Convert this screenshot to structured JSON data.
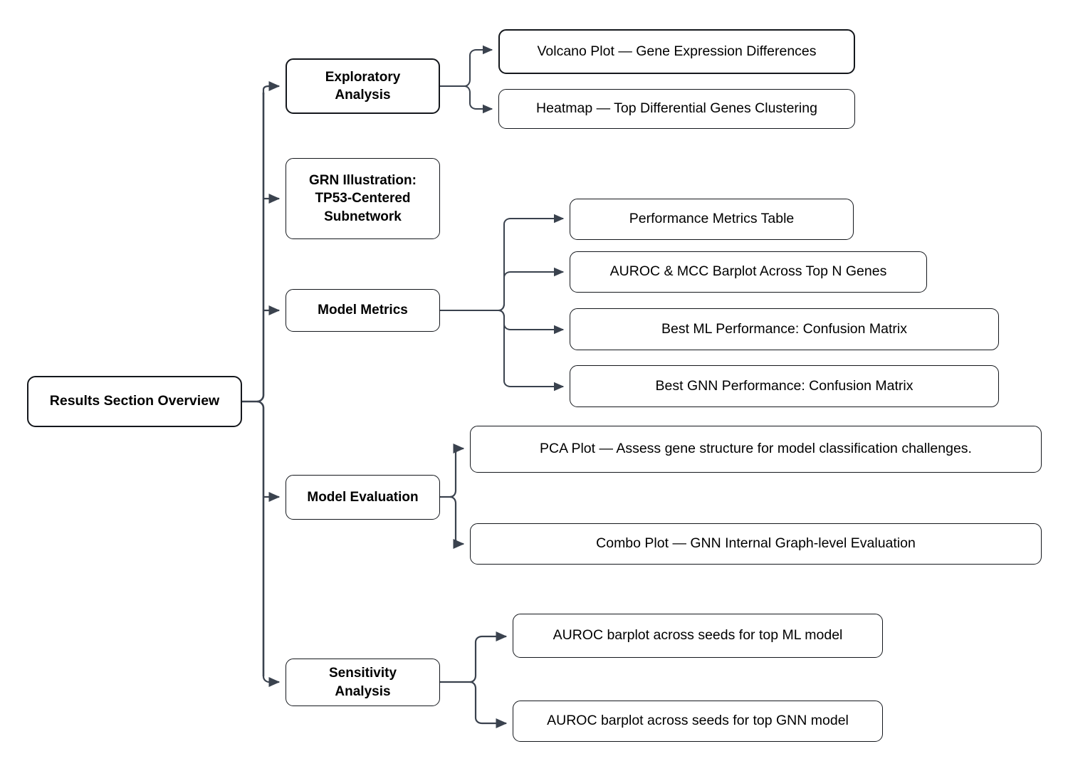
{
  "diagram": {
    "title": "Results Section Overview",
    "type": "tree-flowchart",
    "colors": {
      "node_border": "#14171c",
      "node_fill": "#ffffff",
      "edge": "#3a424e",
      "text": "#000000",
      "background": "#ffffff"
    },
    "root": {
      "label": "Results Section Overview"
    },
    "branches": [
      {
        "id": "exploratory-analysis",
        "label": "Exploratory\nAnalysis",
        "children": [
          {
            "id": "volcano-plot",
            "label": "Volcano Plot — Gene Expression Differences"
          },
          {
            "id": "heatmap",
            "label": "Heatmap — Top Differential Genes Clustering"
          }
        ]
      },
      {
        "id": "grn-illustration",
        "label": "GRN Illustration:\nTP53-Centered\nSubnetwork",
        "children": []
      },
      {
        "id": "model-metrics",
        "label": "Model Metrics",
        "children": [
          {
            "id": "performance-metrics-table",
            "label": "Performance Metrics Table"
          },
          {
            "id": "auroc-mcc-barplot",
            "label": "AUROC & MCC Barplot Across Top N Genes"
          },
          {
            "id": "best-ml-confusion-matrix",
            "label": "Best ML Performance: Confusion Matrix"
          },
          {
            "id": "best-gnn-confusion-matrix",
            "label": "Best GNN Performance: Confusion Matrix"
          }
        ]
      },
      {
        "id": "model-evaluation",
        "label": "Model Evaluation",
        "children": [
          {
            "id": "pca-plot",
            "label": "PCA Plot — Assess gene structure for model classification challenges."
          },
          {
            "id": "combo-plot",
            "label": "Combo Plot — GNN Internal Graph-level Evaluation"
          }
        ]
      },
      {
        "id": "sensitivity-analysis",
        "label": "Sensitivity\nAnalysis",
        "children": [
          {
            "id": "auroc-seeds-ml",
            "label": "AUROC barplot across seeds for top ML model"
          },
          {
            "id": "auroc-seeds-gnn",
            "label": "AUROC barplot across seeds for top GNN model"
          }
        ]
      }
    ]
  }
}
